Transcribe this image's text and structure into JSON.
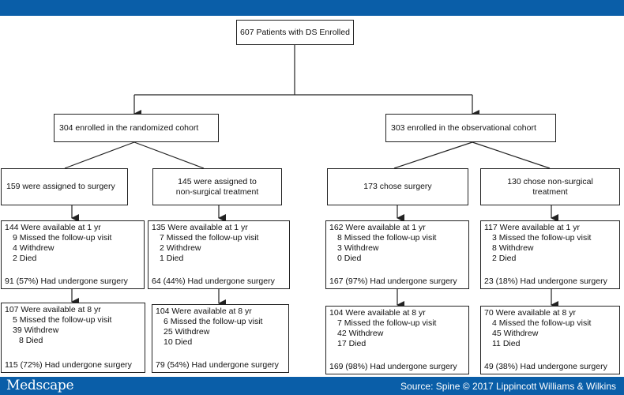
{
  "root": {
    "label": "607 Patients with DS Enrolled"
  },
  "cohorts": {
    "randomized": {
      "label": "304 enrolled  in the randomized cohort"
    },
    "observational": {
      "label": "303 enrolled  in the observational cohort"
    }
  },
  "arms": {
    "rand_surgery": {
      "label": "159 were assigned to surgery",
      "yr1": {
        "available": "144 Were available at 1 yr",
        "missed": "9 Missed the follow-up visit",
        "withdrew": "4 Withdrew",
        "died": "2 Died",
        "surgery": "91 (57%) Had undergone surgery"
      },
      "yr8": {
        "available": "107 Were available at 8 yr",
        "missed": "5 Missed the follow-up visit",
        "withdrew": "39 Withdrew",
        "died": "8 Died",
        "surgery": "115 (72%) Had undergone surgery"
      }
    },
    "rand_nonsurgical": {
      "label_line1": "145 were assigned to",
      "label_line2": "non-surgical treatment",
      "yr1": {
        "available": "135 Were available at 1 yr",
        "missed": "7 Missed the follow-up visit",
        "withdrew": "2 Withdrew",
        "died": "1 Died",
        "surgery": "64 (44%) Had undergone surgery"
      },
      "yr8": {
        "available": "104 Were available at 8 yr",
        "missed": "6 Missed the follow-up visit",
        "withdrew": "25 Withdrew",
        "died": "10 Died",
        "surgery": "79 (54%) Had undergone surgery"
      }
    },
    "obs_surgery": {
      "label": "173 chose surgery",
      "yr1": {
        "available": "162 Were available at 1 yr",
        "missed": "8 Missed the follow-up visit",
        "withdrew": "3 Withdrew",
        "died": "0 Died",
        "surgery": "167 (97%) Had undergone surgery"
      },
      "yr8": {
        "available": "104 Were available at 8 yr",
        "missed": "7 Missed the follow-up visit",
        "withdrew": "42 Withdrew",
        "died": "17 Died",
        "surgery": "169 (98%) Had undergone surgery"
      }
    },
    "obs_nonsurgical": {
      "label_line1": "130 chose non-surgical",
      "label_line2": "treatment",
      "yr1": {
        "available": "117 Were available at 1 yr",
        "missed": "3 Missed the follow-up visit",
        "withdrew": "8 Withdrew",
        "died": "2 Died",
        "surgery": "23 (18%) Had undergone surgery"
      },
      "yr8": {
        "available": "70 Were available at 8 yr",
        "missed": "4 Missed the follow-up visit",
        "withdrew": "45 Withdrew",
        "died": "11 Died",
        "surgery": "49 (38%) Had undergone surgery"
      }
    }
  },
  "footer": {
    "logo": "Medscape",
    "source": "Source: Spine © 2017 Lippincott Williams & Wilkins"
  },
  "colors": {
    "brand_bar": "#0a5ea8",
    "line": "#222222"
  }
}
